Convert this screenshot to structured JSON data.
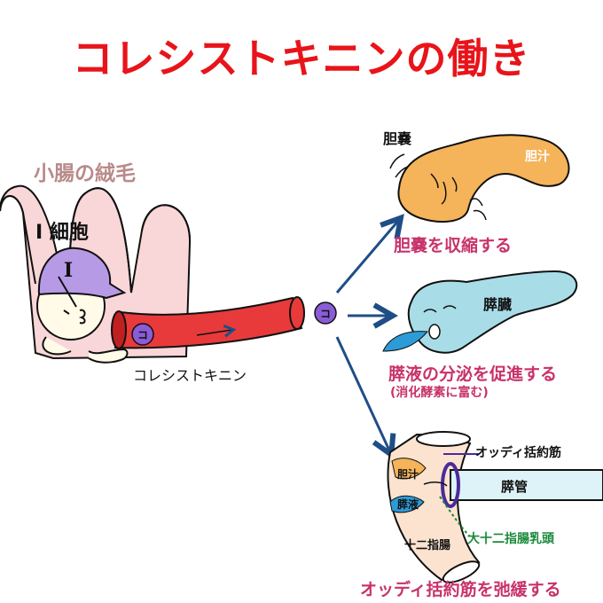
{
  "title": "コレシストキニンの働き",
  "villus": {
    "label": "小腸の絨毛",
    "cell_label": "I 細胞",
    "cap_letter": "I"
  },
  "hormone": {
    "letter": "コ",
    "name": "コレシストキニン"
  },
  "gallbladder": {
    "label": "胆嚢",
    "bile_label": "胆汁",
    "effect": "胆嚢を収縮する"
  },
  "pancreas": {
    "label": "膵臓",
    "effect": "膵液の分泌を促進する",
    "note": "(消化酵素に富む)"
  },
  "duodenum": {
    "sphincter_label": "オッディ括約筋",
    "duct_label": "膵管",
    "bile_label": "胆汁",
    "juice_label": "膵液",
    "label": "十二指腸",
    "papilla_label": "大十二指腸乳頭",
    "effect": "オッディ括約筋を弛緩する"
  },
  "colors": {
    "title": "#e8141a",
    "effect_text": "#c8326a",
    "arrow": "#1f4e86",
    "vessel": "#e83a3a",
    "hormone_dot": "#8a5cd6",
    "organ_orange": "#f5b35a",
    "pancreas_blue": "#a8dde8",
    "sphincter": "#4b2a9a",
    "papilla": "#1a8a3a",
    "villus_pink": "#f9d6d8"
  }
}
